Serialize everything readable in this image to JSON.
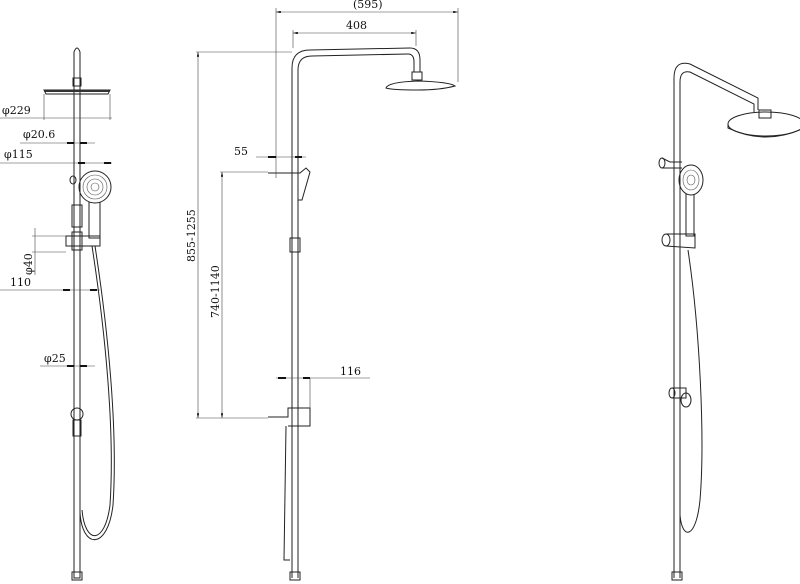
{
  "drawing": {
    "views": [
      "side-view",
      "front-view",
      "perspective-view"
    ],
    "side_view_dimensions": {
      "head_diameter": "φ229",
      "arm_diameter": "φ20.6",
      "handshower_diameter": "φ115",
      "bracket_diameter": "φ40",
      "bracket_projection": "110",
      "rail_diameter": "φ25"
    },
    "front_view_dimensions": {
      "overall_reach": "(595)",
      "arm_reach": "408",
      "wall_offset": "55",
      "overall_height": "855-1255",
      "slide_height": "740-1140",
      "mixer_projection": "116"
    }
  }
}
